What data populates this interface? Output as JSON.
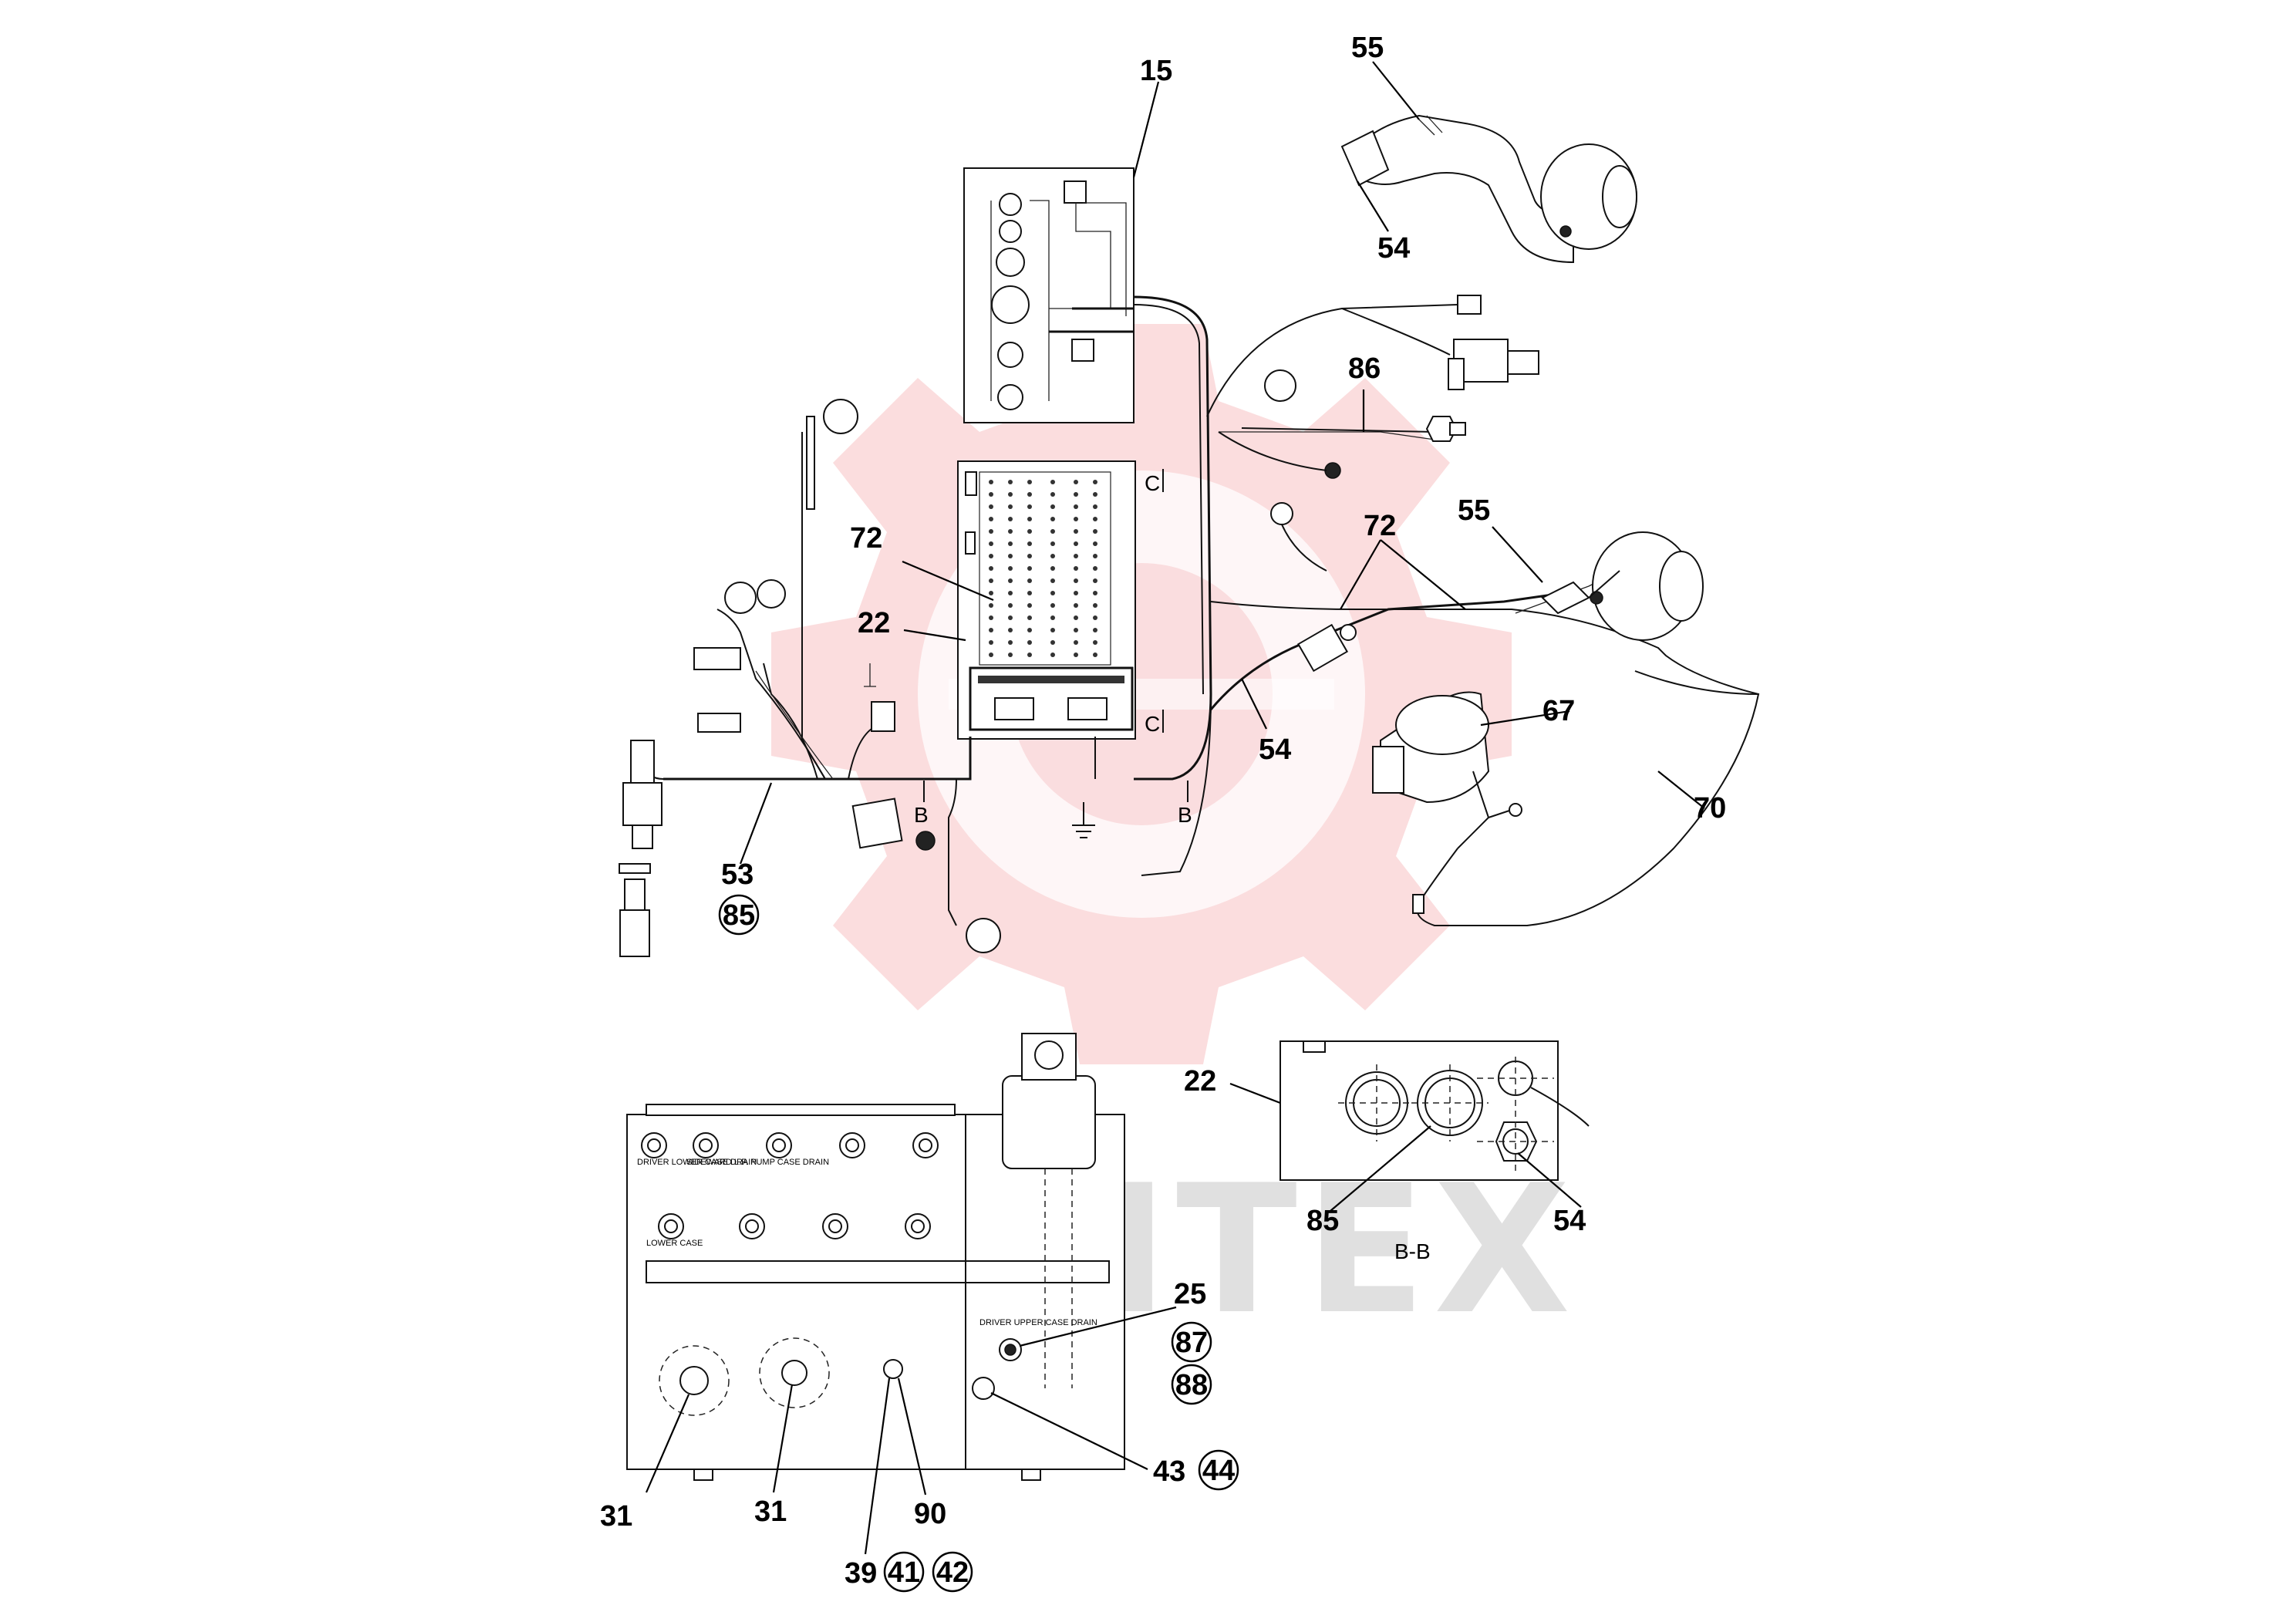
{
  "watermark": {
    "text": "ИНТЕХ",
    "gear_color": "#f6b9bb"
  },
  "callouts": {
    "c15": "15",
    "c55_top": "55",
    "c54_top": "54",
    "c86": "86",
    "c72_left": "72",
    "c72_right": "72",
    "c55_mid": "55",
    "c22_upper": "22",
    "c54_mid": "54",
    "c67": "67",
    "c70": "70",
    "c53": "53",
    "c85_circled": "85",
    "c22_bb": "22",
    "c85_bb": "85",
    "c54_bb": "54",
    "c25": "25",
    "c87_circled": "87",
    "c88_circled": "88",
    "c43": "43",
    "c44_circled": "44",
    "c31_left": "31",
    "c31_right": "31",
    "c90": "90",
    "c39": "39",
    "c41_circled": "41",
    "c42_circled": "42"
  },
  "section_marks": {
    "c_top": "C",
    "c_bottom": "C",
    "b_left": "B",
    "b_right": "B",
    "bb_title": "B-B"
  },
  "panel_text": {
    "driver_lower": "DRIVER LOWER CASE DRAIN",
    "lower_upper": "SIDEWARD L.P. PUMP CASE DRAIN",
    "lower_case": "LOWER CASE",
    "driver_upper": "DRIVER UPPER CASE DRAIN"
  }
}
